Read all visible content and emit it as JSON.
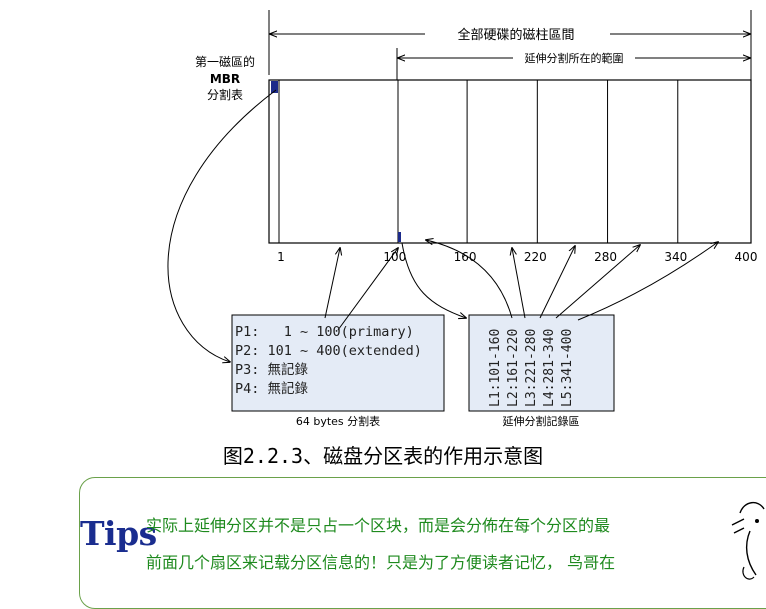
{
  "diagram": {
    "span_label_all": "全部硬碟的磁柱區間",
    "span_label_ext": "延伸分割所在的範圍",
    "mbr_label": [
      "第一磁區的",
      "MBR",
      "分割表"
    ],
    "ticks": [
      {
        "label": "1",
        "value": 1
      },
      {
        "label": "100",
        "value": 100
      },
      {
        "label": "160",
        "value": 160
      },
      {
        "label": "220",
        "value": 220
      },
      {
        "label": "280",
        "value": 280
      },
      {
        "label": "340",
        "value": 340
      },
      {
        "label": "400",
        "value": 400
      }
    ]
  },
  "partition_table": {
    "lines": [
      "P1:   1 ~ 100(primary)",
      "P2: 101 ~ 400(extended)",
      "P3: 無記錄",
      "P4: 無記錄"
    ],
    "caption": "64 bytes 分割表"
  },
  "logical_table": {
    "entries": [
      "L1:101-160",
      "L2:161-220",
      "L3:221-280",
      "L4:281-340",
      "L5:341-400"
    ],
    "caption": "延伸分割記錄區"
  },
  "figure_caption": "图2.2.3、磁盘分区表的作用示意图",
  "tips": {
    "title": "Tips",
    "line1": "实际上延伸分区并不是只占一个区块，而是会分佈在每个分区的最",
    "line2": "前面几个扇区来记载分区信息的！只是为了方便读者记忆， 鸟哥在"
  },
  "colors": {
    "box_fill": "#e4ebf6",
    "marker": "#1c2a8a",
    "tips_border": "#6aa14a",
    "tips_title": "#1a2d8f",
    "tips_text": "#1e8a1e"
  }
}
